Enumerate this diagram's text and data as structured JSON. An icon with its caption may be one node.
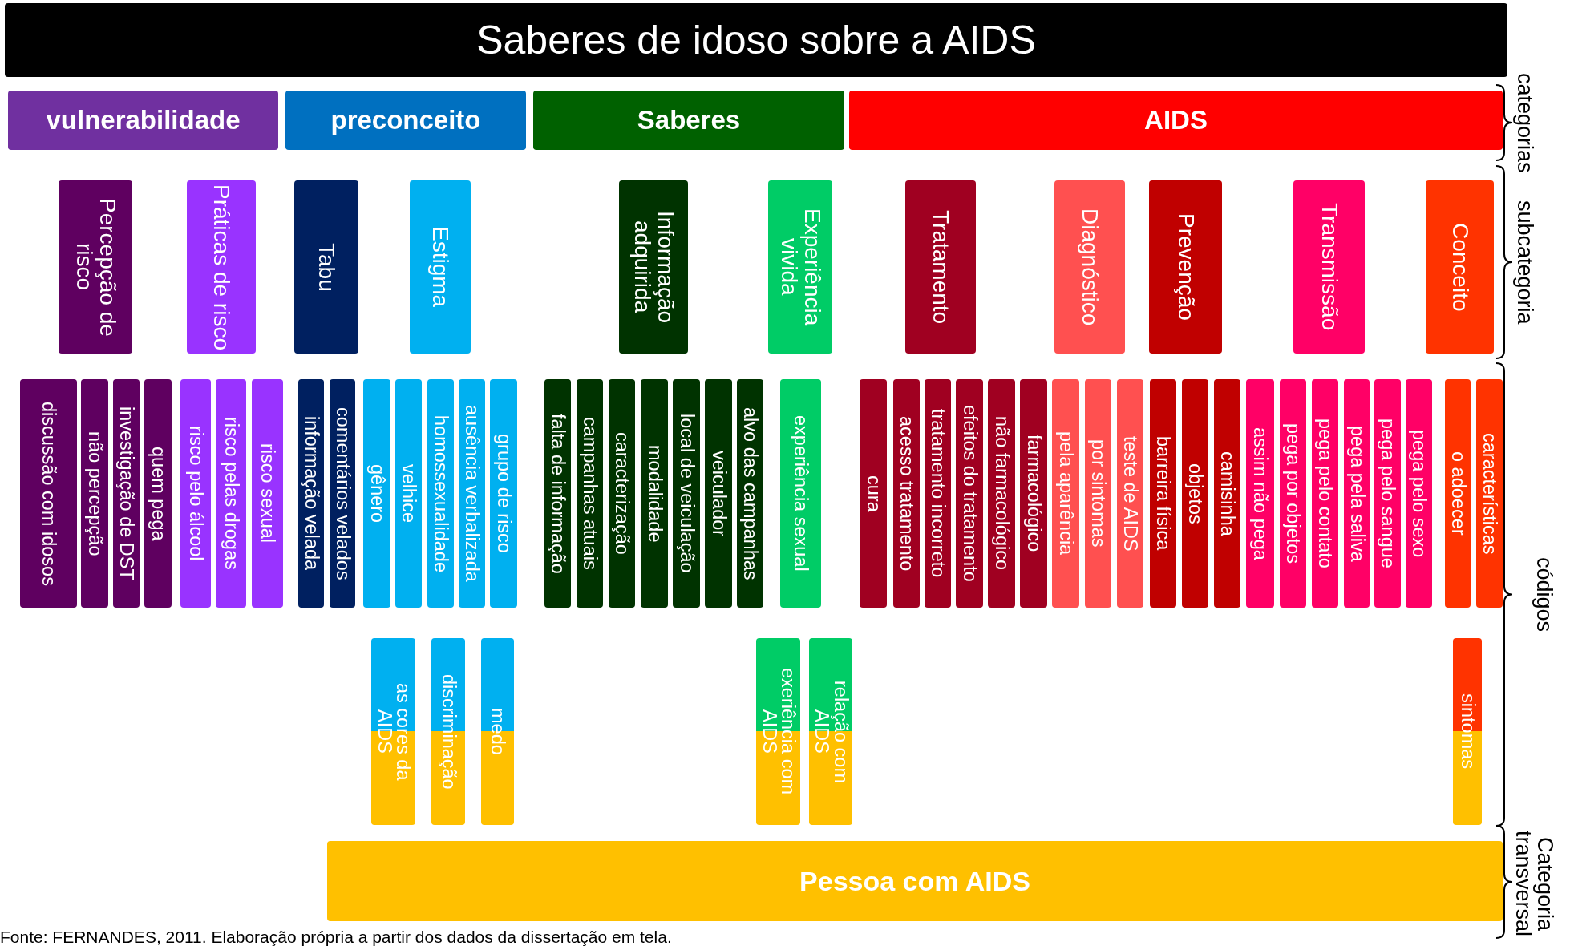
{
  "diagram": {
    "title": "Saberes de idoso sobre a AIDS",
    "caption": "Fonte: FERNANDES, 2011. Elaboração própria a partir dos dados da dissertação em tela.",
    "nodes": [
      {
        "text": [
          "vulnerabilidade"
        ]
      },
      {
        "text": [
          "preconceito"
        ]
      },
      {
        "text": [
          "Saberes"
        ]
      },
      {
        "text": [
          "AIDS"
        ]
      },
      {
        "text": [
          "Percepção de risco"
        ]
      },
      {
        "text": [
          "Práticas de risco"
        ]
      },
      {
        "text": [
          "Tabu"
        ]
      },
      {
        "text": [
          "Estigma"
        ]
      },
      {
        "text": [
          "Informação adquirida"
        ]
      },
      {
        "text": [
          "Experiência vivida"
        ]
      },
      {
        "text": [
          "Tratamento"
        ]
      },
      {
        "text": [
          "Diagnóstico"
        ]
      },
      {
        "text": [
          "Prevenção"
        ]
      },
      {
        "text": [
          "Transmissão"
        ]
      },
      {
        "text": [
          "Conceito"
        ]
      },
      {
        "text": [
          "discussão com idosos"
        ]
      },
      {
        "text": [
          "não percepção"
        ]
      },
      {
        "text": [
          "investigação de DST"
        ]
      },
      {
        "text": [
          "quem pega"
        ]
      },
      {
        "text": [
          "risco pelo álcool"
        ]
      },
      {
        "text": [
          "risco pelas drogas"
        ]
      },
      {
        "text": [
          "risco sexual"
        ]
      },
      {
        "text": [
          "informação velada"
        ]
      },
      {
        "text": [
          "comentários velados"
        ]
      },
      {
        "text": [
          "gênero"
        ]
      },
      {
        "text": [
          "velhice"
        ]
      },
      {
        "text": [
          "homossexualidade"
        ]
      },
      {
        "text": [
          "ausência verbalizada"
        ]
      },
      {
        "text": [
          "grupo de risco"
        ]
      },
      {
        "text": [
          "falta de informação"
        ]
      },
      {
        "text": [
          "campanhas atuais"
        ]
      },
      {
        "text": [
          "caracterização"
        ]
      },
      {
        "text": [
          "modalidade"
        ]
      },
      {
        "text": [
          "local de veiculação"
        ]
      },
      {
        "text": [
          "veiculador"
        ]
      },
      {
        "text": [
          "alvo das campanhas"
        ]
      },
      {
        "text": [
          "experiência sexual"
        ]
      },
      {
        "text": [
          "cura"
        ]
      },
      {
        "text": [
          "acesso tratamento"
        ]
      },
      {
        "text": [
          "tratamento incorreto"
        ]
      },
      {
        "text": [
          "efeitos do tratamento"
        ]
      },
      {
        "text": [
          "não farmacológico"
        ]
      },
      {
        "text": [
          "farmacológico"
        ]
      },
      {
        "text": [
          "pela aparência"
        ]
      },
      {
        "text": [
          "por sintomas"
        ]
      },
      {
        "text": [
          "teste de AIDS"
        ]
      },
      {
        "text": [
          "barreira física"
        ]
      },
      {
        "text": [
          "objetos"
        ]
      },
      {
        "text": [
          "camisinha"
        ]
      },
      {
        "text": [
          "assim não pega"
        ]
      },
      {
        "text": [
          "pega por objetos"
        ]
      },
      {
        "text": [
          "pega pelo contato"
        ]
      },
      {
        "text": [
          "pega pela saliva"
        ]
      },
      {
        "text": [
          "pega pelo sangue"
        ]
      },
      {
        "text": [
          "pega pelo sexo"
        ]
      },
      {
        "text": [
          "o adoecer"
        ]
      },
      {
        "text": [
          "características"
        ]
      },
      {
        "text": [
          "as cores da AIDS"
        ]
      },
      {
        "text": [
          "discriminação"
        ]
      },
      {
        "text": [
          "medo"
        ]
      },
      {
        "text": [
          "exeriência com AIDS"
        ]
      },
      {
        "text": [
          "relação com AIDS"
        ]
      },
      {
        "text": [
          "sintomas"
        ]
      },
      {
        "text": [
          "Pessoa com AIDS"
        ]
      }
    ],
    "labels": [
      "categorias",
      "subcategoria",
      "códigos",
      "Categoria transversal"
    ]
  }
}
